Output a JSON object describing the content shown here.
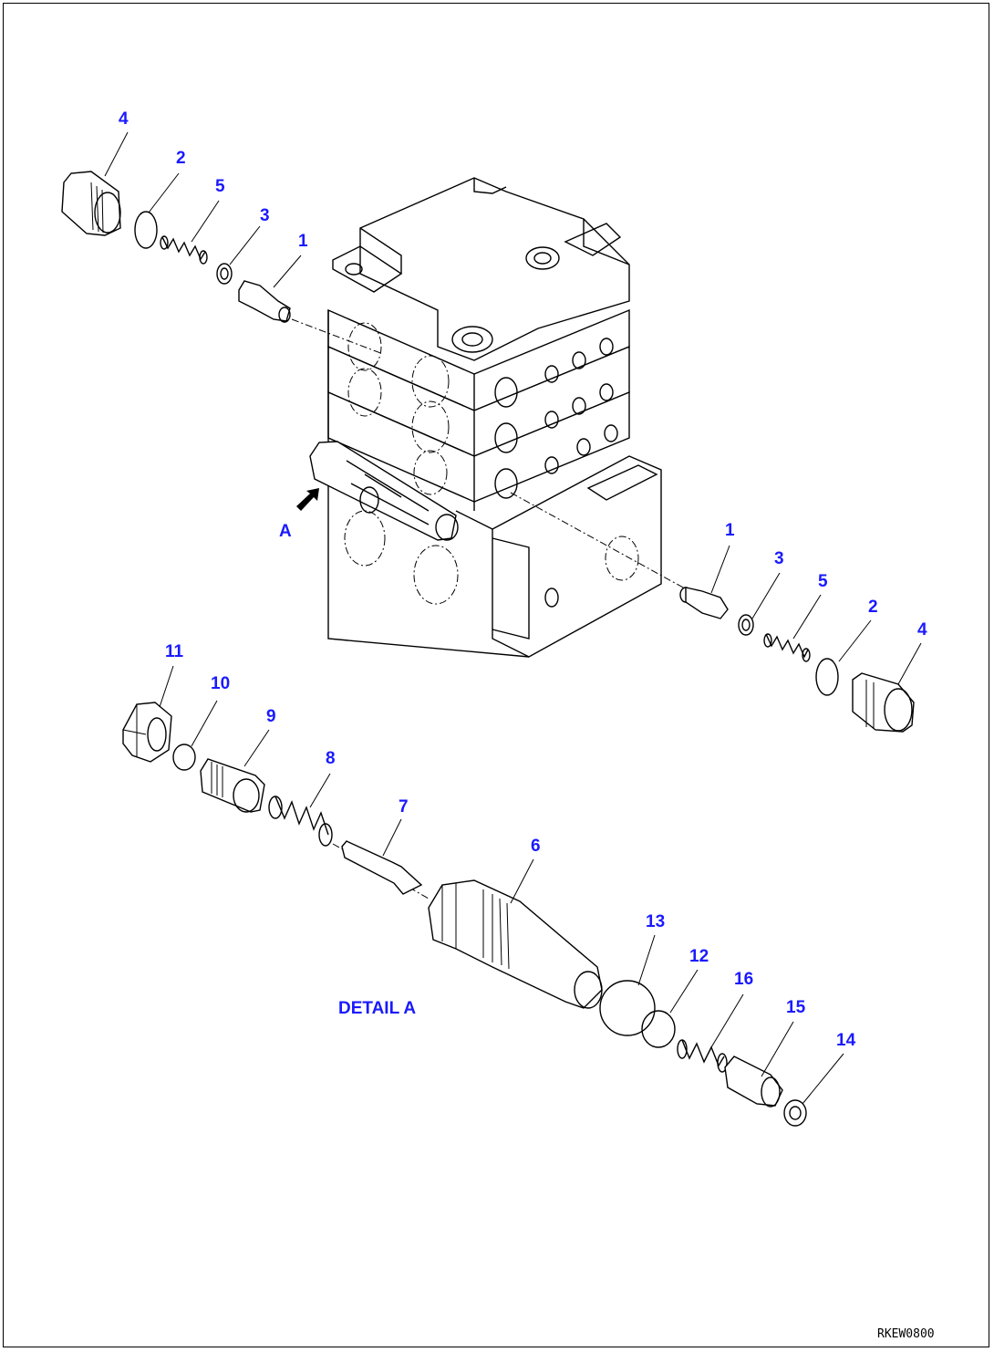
{
  "callouts": {
    "c4a": "4",
    "c2a": "2",
    "c5a": "5",
    "c3a": "3",
    "c1a": "1",
    "cA": "A",
    "c1b": "1",
    "c3b": "3",
    "c5b": "5",
    "c2b": "2",
    "c4b": "4",
    "c11": "11",
    "c10": "10",
    "c9": "9",
    "c8": "8",
    "c7": "7",
    "c6": "6",
    "c13": "13",
    "c12": "12",
    "c16": "16",
    "c15": "15",
    "c14": "14"
  },
  "detail_label": "DETAIL A",
  "drawing_code": "RKEW0800",
  "colors": {
    "callout": "#1a1aff",
    "line": "#000000",
    "background": "#ffffff"
  }
}
